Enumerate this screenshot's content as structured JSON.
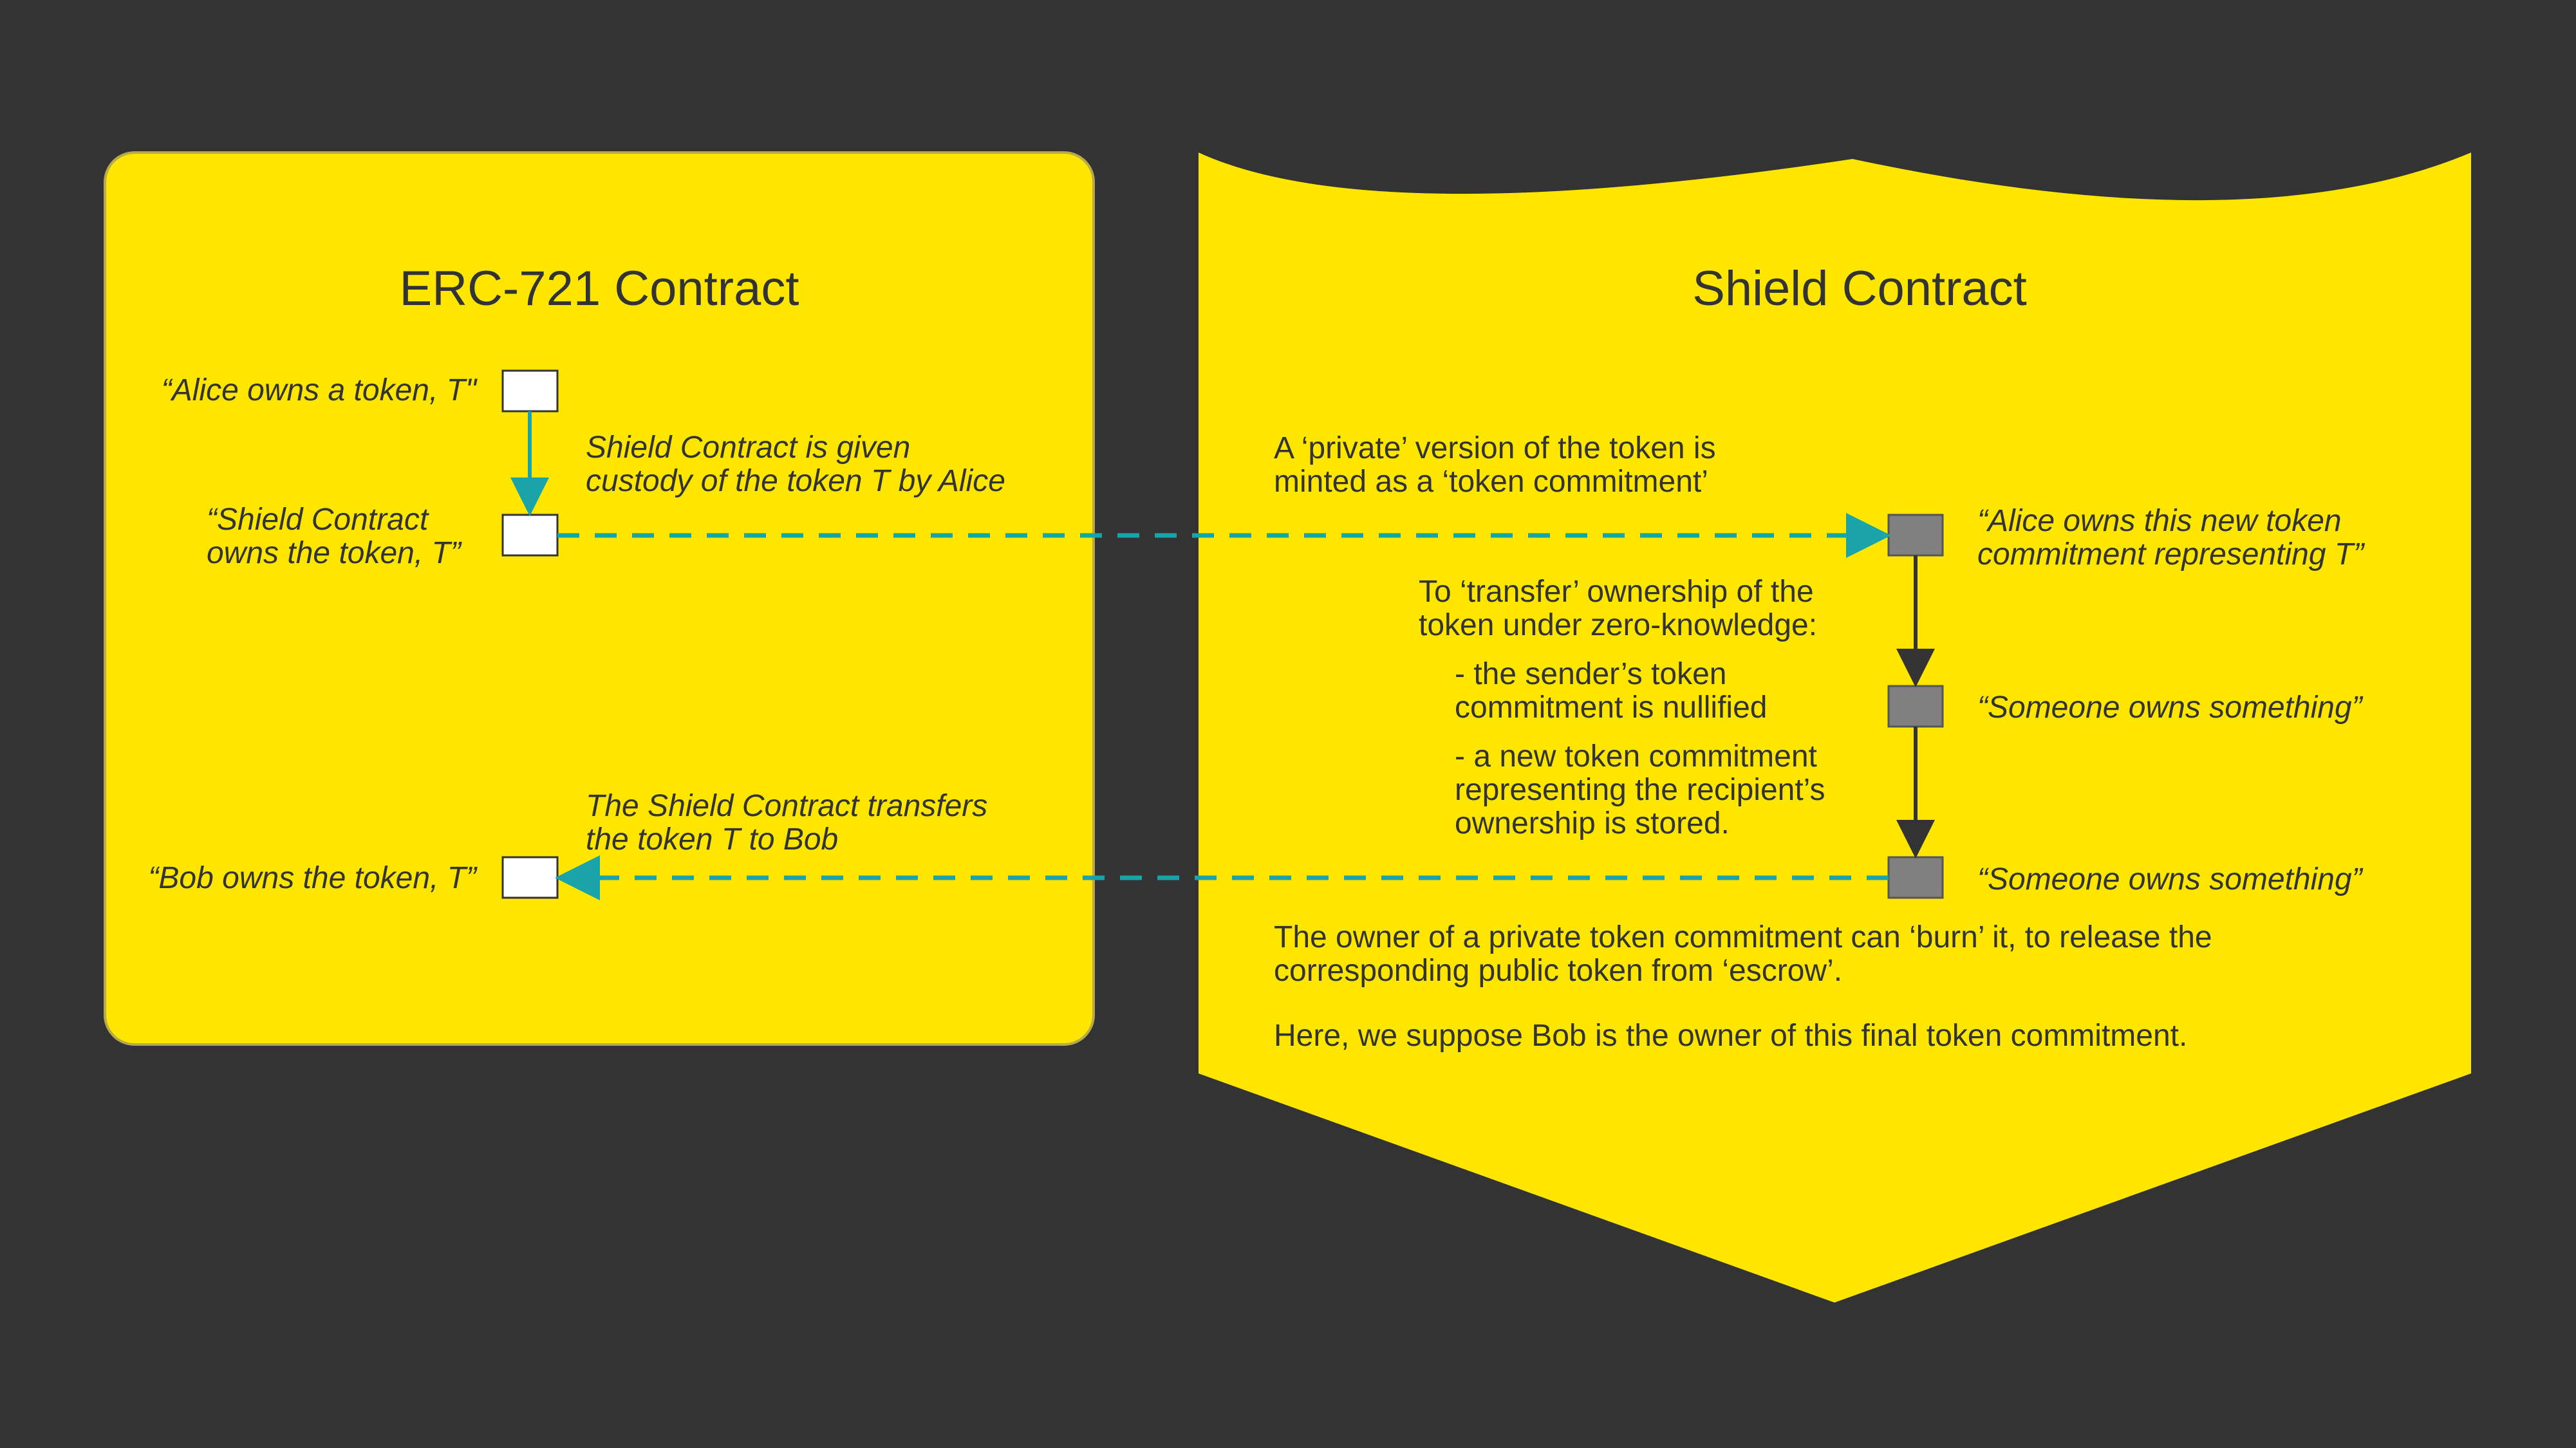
{
  "colors": {
    "background": "#333333",
    "panel": "#FFE600",
    "panel_border": "#B8A94A",
    "arrow_teal": "#1AA3A8",
    "arrow_dark": "#333333",
    "box_white": "#FFFFFF",
    "box_gray": "#808080"
  },
  "erc721": {
    "title": "ERC-721 Contract",
    "alice_owns": "“Alice owns a token, T\"",
    "shield_owns": "“Shield Contract\nowns the token, T”",
    "custody_note": "Shield Contract is given\ncustody of the token T by Alice",
    "transfer_note": "The Shield Contract transfers\nthe token T to Bob",
    "bob_owns": "“Bob owns the token, T”"
  },
  "shield": {
    "title": "Shield Contract",
    "private_version": "A ‘private’ version of the token is\nminted as a ‘token commitment’",
    "alice_commitment": "“Alice owns this new token\ncommitment representing T”",
    "transfer_intro": "To ‘transfer’ ownership of the\ntoken under zero-knowledge:",
    "step_nullified": "- the sender’s token\ncommitment is nullified",
    "step_new_commitment": "- a new token commitment\nrepresenting the recipient’s\nownership is stored.",
    "someone_owns_1": "“Someone owns something”",
    "someone_owns_2": "“Someone owns something”",
    "burn_note": "The owner of a private token commitment can ‘burn’ it, to release the\ncorresponding public token from ‘escrow’.",
    "bob_final": "Here, we suppose Bob is the owner of this final token commitment."
  }
}
